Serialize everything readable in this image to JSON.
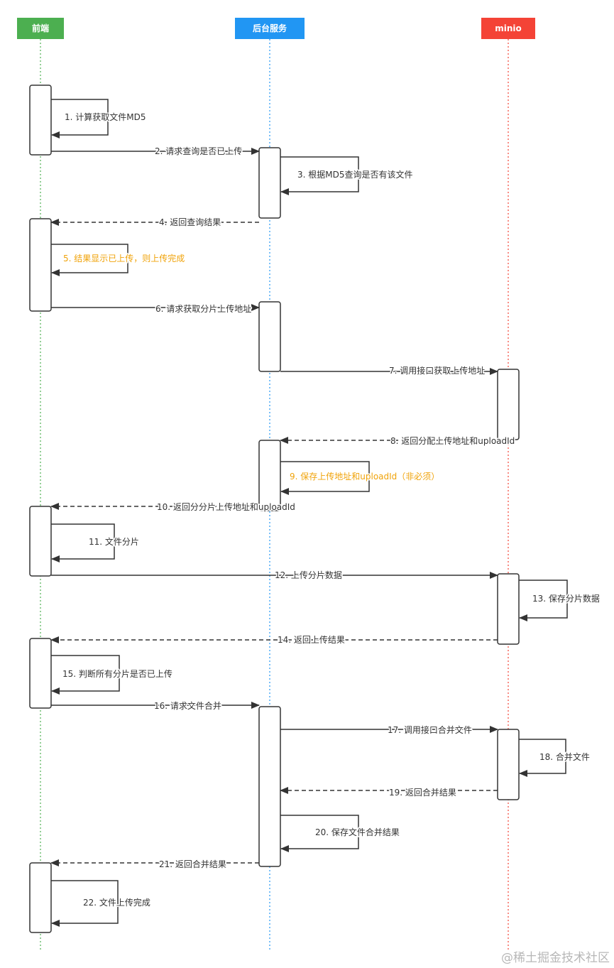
{
  "participants": [
    {
      "id": "fe",
      "label": "前端",
      "color": "#4caf50",
      "line_color": "#4caf50"
    },
    {
      "id": "be",
      "label": "后台服务",
      "color": "#2196f3",
      "line_color": "#2196f3"
    },
    {
      "id": "mn",
      "label": "minio",
      "color": "#f44336",
      "line_color": "#f44336"
    }
  ],
  "messages": [
    {
      "label": "1. 计算获取文件MD5",
      "kind": "self",
      "on": "fe",
      "highlight": false
    },
    {
      "label": "2. 请求查询是否已上传",
      "kind": "sync",
      "from": "fe",
      "to": "be",
      "highlight": false
    },
    {
      "label": "3. 根据MD5查询是否有该文件",
      "kind": "self",
      "on": "be",
      "highlight": false
    },
    {
      "label": "4. 返回查询结果",
      "kind": "return",
      "from": "be",
      "to": "fe",
      "highlight": false
    },
    {
      "label": "5. 结果显示已上传，则上传完成",
      "kind": "self",
      "on": "fe",
      "highlight": true
    },
    {
      "label": "6. 请求获取分片上传地址",
      "kind": "sync",
      "from": "fe",
      "to": "be",
      "highlight": false
    },
    {
      "label": "7. 调用接口获取上传地址",
      "kind": "sync",
      "from": "be",
      "to": "mn",
      "highlight": false
    },
    {
      "label": "8. 返回分配上传地址和uploadId",
      "kind": "return",
      "from": "mn",
      "to": "be",
      "highlight": false
    },
    {
      "label": "9. 保存上传地址和uploadId（非必须）",
      "kind": "self",
      "on": "be",
      "highlight": true
    },
    {
      "label": "10. 返回分分片上传地址和uploadId",
      "kind": "return",
      "from": "be",
      "to": "fe",
      "highlight": false
    },
    {
      "label": "11. 文件分片",
      "kind": "self",
      "on": "fe",
      "highlight": false
    },
    {
      "label": "12. 上传分片数据",
      "kind": "sync",
      "from": "fe",
      "to": "mn",
      "highlight": false
    },
    {
      "label": "13. 保存分片数据",
      "kind": "self",
      "on": "mn",
      "highlight": false
    },
    {
      "label": "14. 返回上传结果",
      "kind": "return",
      "from": "mn",
      "to": "fe",
      "highlight": false
    },
    {
      "label": "15. 判断所有分片是否已上传",
      "kind": "self",
      "on": "fe",
      "highlight": false
    },
    {
      "label": "16. 请求文件合并",
      "kind": "sync",
      "from": "fe",
      "to": "be",
      "highlight": false
    },
    {
      "label": "17. 调用接口合并文件",
      "kind": "sync",
      "from": "be",
      "to": "mn",
      "highlight": false
    },
    {
      "label": "18. 合并文件",
      "kind": "self",
      "on": "mn",
      "highlight": false
    },
    {
      "label": "19. 返回合并结果",
      "kind": "return",
      "from": "mn",
      "to": "be",
      "highlight": false
    },
    {
      "label": "20. 保存文件合并结果",
      "kind": "self",
      "on": "be",
      "highlight": false
    },
    {
      "label": "21. 返回合并结果",
      "kind": "return",
      "from": "be",
      "to": "fe",
      "highlight": false
    },
    {
      "label": "22. 文件上传完成",
      "kind": "self",
      "on": "fe",
      "highlight": false
    }
  ],
  "activations": [
    {
      "on": "fe"
    },
    {
      "on": "be"
    },
    {
      "on": "fe"
    },
    {
      "on": "be"
    },
    {
      "on": "mn"
    },
    {
      "on": "be"
    },
    {
      "on": "fe"
    },
    {
      "on": "mn"
    },
    {
      "on": "fe"
    },
    {
      "on": "be"
    },
    {
      "on": "mn"
    },
    {
      "on": "fe"
    }
  ],
  "colors": {
    "line": "#333333",
    "text": "#333333",
    "highlight": "#f0a30a"
  },
  "watermark": "@稀土掘金技术社区"
}
